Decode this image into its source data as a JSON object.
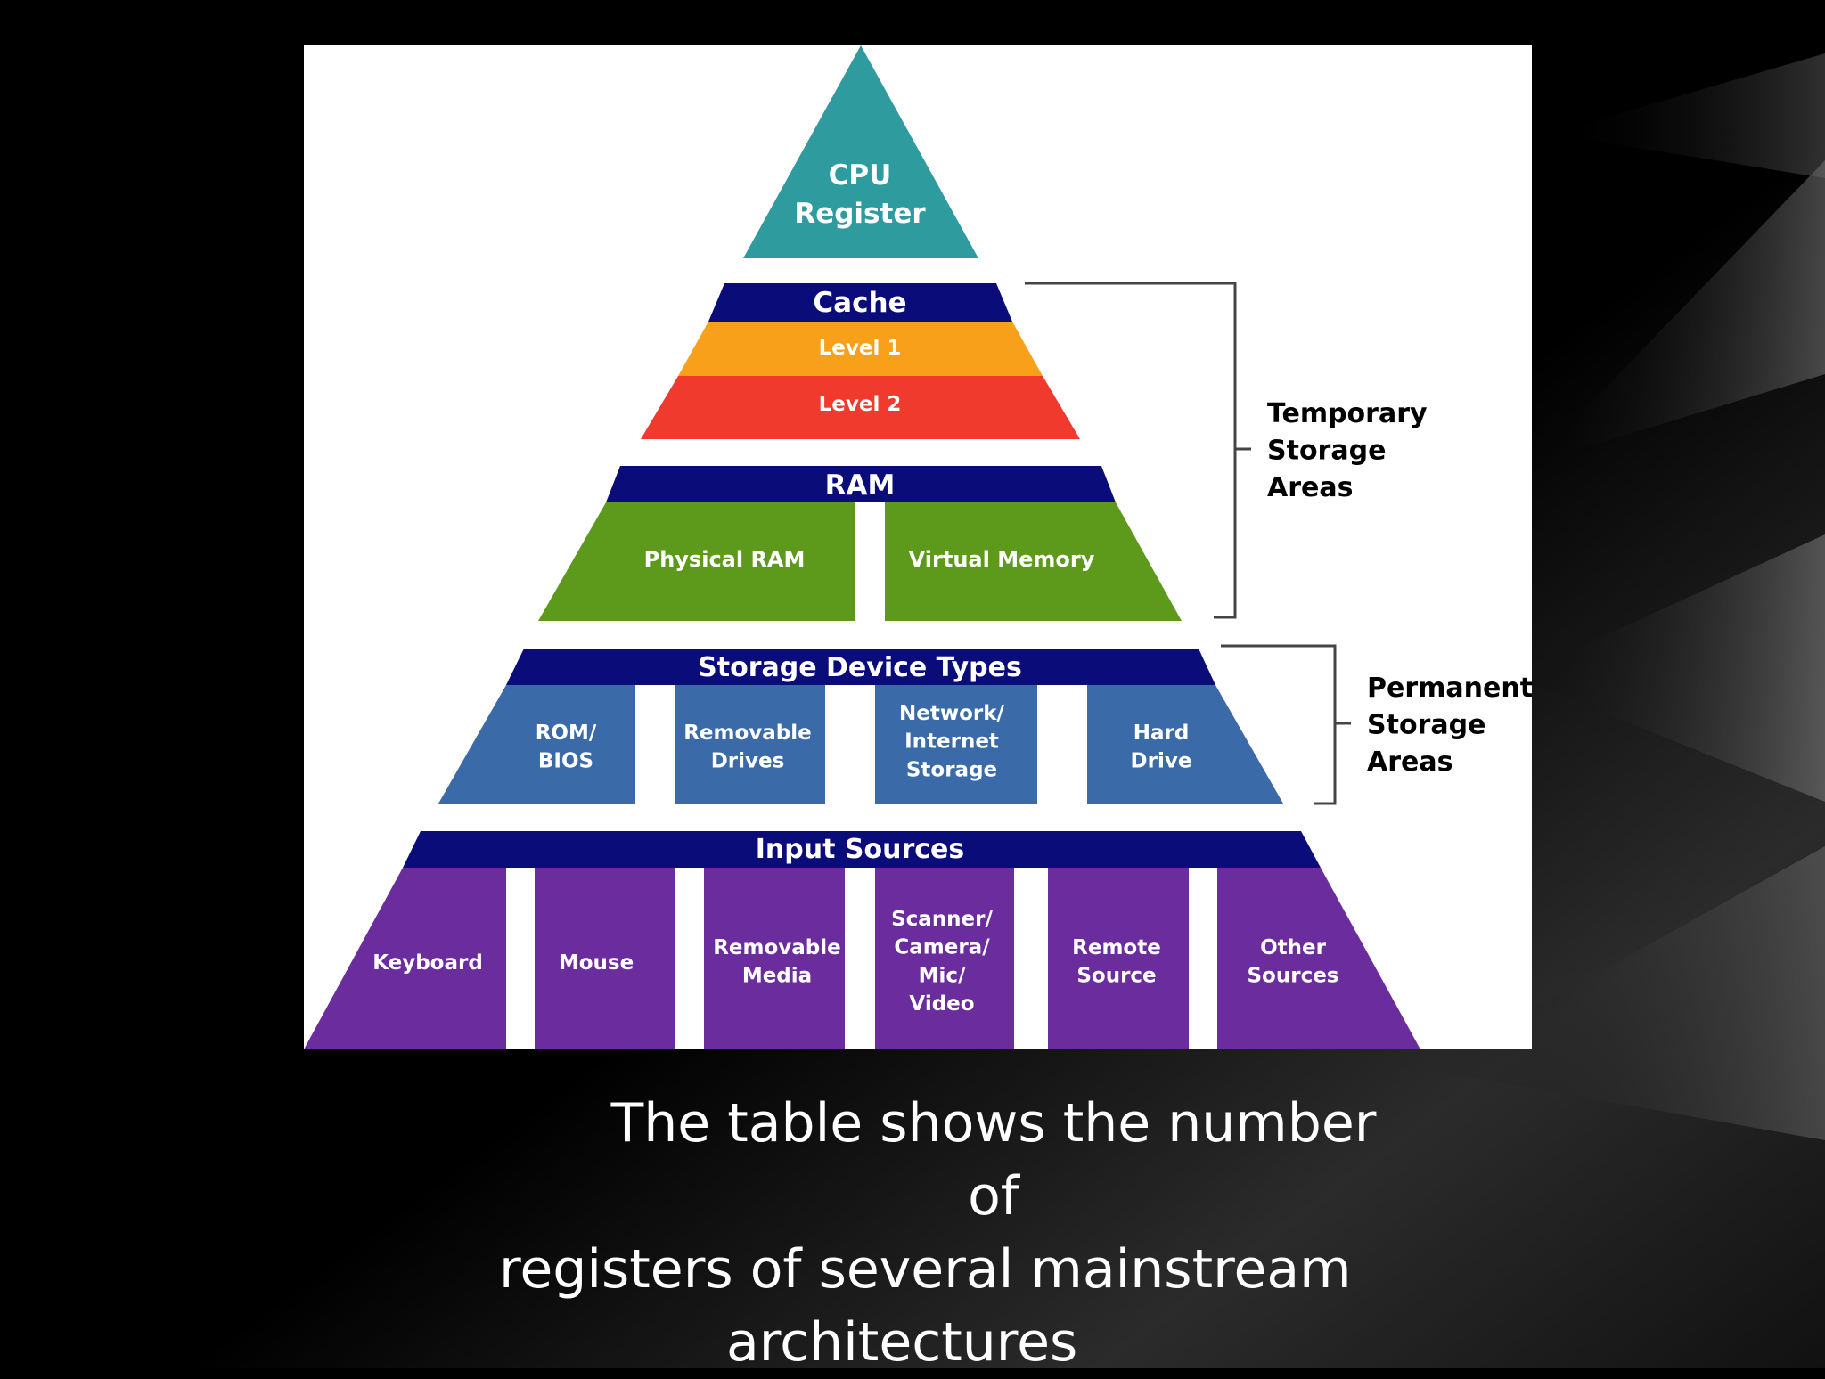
{
  "diagram": {
    "apex": "CPU\nRegister",
    "cache": {
      "header": "Cache",
      "level1": "Level 1",
      "level2": "Level 2"
    },
    "ram": {
      "header": "RAM",
      "physical": "Physical RAM",
      "virtual": "Virtual Memory"
    },
    "storage": {
      "header": "Storage Device Types",
      "items": [
        "ROM/\nBIOS",
        "Removable\nDrives",
        "Network/\nInternet\nStorage",
        "Hard\nDrive"
      ]
    },
    "input": {
      "header": "Input Sources",
      "items": [
        "Keyboard",
        "Mouse",
        "Removable\nMedia",
        "Scanner/\nCamera/\nMic/\nVideo",
        "Remote\nSource",
        "Other\nSources"
      ]
    },
    "temporary_label": "Temporary\nStorage\nAreas",
    "permanent_label": "Permanent\nStorage\nAreas"
  },
  "caption": {
    "line1": "The table shows the number of",
    "line2": "registers of several mainstream",
    "line3": "architectures"
  },
  "colors": {
    "teal": "#2E9C9F",
    "navy": "#0A0C7A",
    "orange": "#F8A01A",
    "red": "#F03A2E",
    "green": "#5D9A1C",
    "steel_blue": "#3A6BA8",
    "purple": "#6B2C9E"
  }
}
